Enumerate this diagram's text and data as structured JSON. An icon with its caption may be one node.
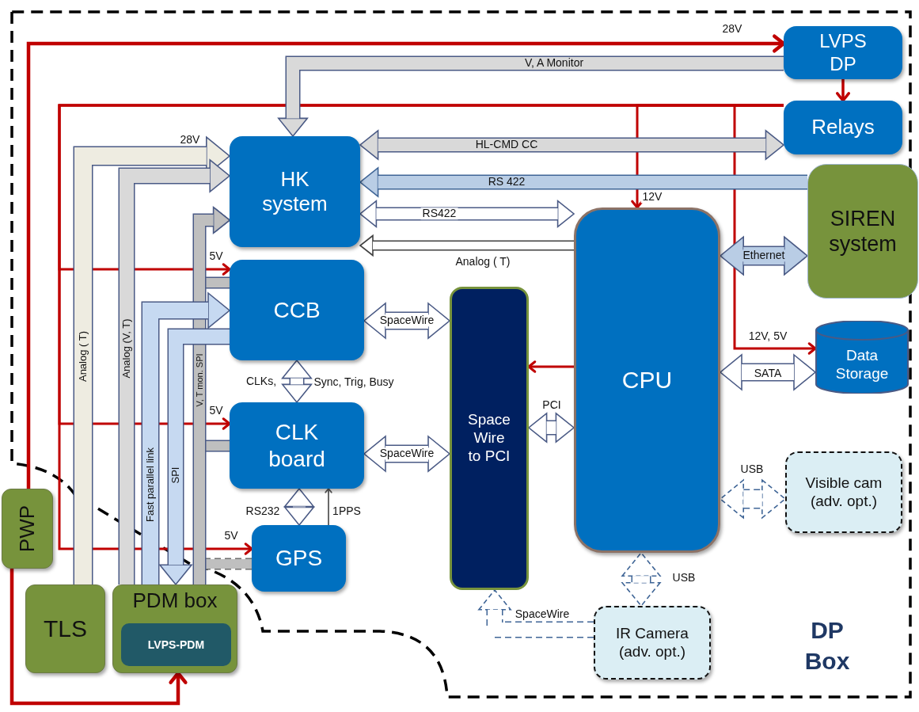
{
  "diagram": {
    "nodes": [
      {
        "text": [
          "LVPS DP"
        ]
      },
      {
        "text": [
          "Relays"
        ]
      },
      {
        "text": [
          "HK system"
        ]
      },
      {
        "text": [
          "SIREN system"
        ]
      },
      {
        "text": [
          "CPU"
        ]
      },
      {
        "text": [
          "CCB"
        ]
      },
      {
        "text": [
          "Space Wire to PCI"
        ]
      },
      {
        "text": [
          "Data Storage"
        ]
      },
      {
        "text": [
          "CLK board"
        ]
      },
      {
        "text": [
          "Visible cam (adv. opt.)"
        ]
      },
      {
        "text": [
          "PWP"
        ]
      },
      {
        "text": [
          "GPS"
        ]
      },
      {
        "text": [
          "TLS"
        ]
      },
      {
        "text": [
          "PDM box"
        ]
      },
      {
        "text": [
          "LVPS-PDM"
        ],
        "in": 13
      },
      {
        "text": [
          "IR Camera (adv. opt.)"
        ]
      }
    ],
    "edges": [
      {
        "from": 10,
        "to": 0,
        "arrow": "to",
        "label": "28V",
        "color": "#c00000"
      },
      {
        "from": 0,
        "to": 1,
        "arrow": "to",
        "color": "#c00000"
      },
      {
        "from": 10,
        "to": 13,
        "arrow": "to",
        "color": "#c00000"
      },
      {
        "from": 1,
        "to": 4,
        "arrow": "to",
        "label": "12V",
        "color": "#c00000"
      },
      {
        "from": 1,
        "to": 7,
        "arrow": "to",
        "label": "12V, 5V",
        "color": "#c00000"
      },
      {
        "from": 1,
        "to": 5,
        "arrow": "to",
        "label": "5V",
        "color": "#c00000"
      },
      {
        "from": 1,
        "to": 8,
        "arrow": "to",
        "label": "5V",
        "color": "#c00000"
      },
      {
        "from": 1,
        "to": 11,
        "arrow": "to",
        "label": "5V",
        "color": "#c00000"
      },
      {
        "from": 4,
        "to": 6,
        "arrow": "to",
        "color": "#c00000"
      },
      {
        "from": 0,
        "to": 2,
        "arrow": "to",
        "label": "V, A Monitor"
      },
      {
        "from": 2,
        "to": 1,
        "arrow": "both",
        "label": "HL-CMD CC"
      },
      {
        "from": 3,
        "to": 2,
        "arrow": "to",
        "label": "RS 422",
        "color": "#3f6596"
      },
      {
        "from": 2,
        "to": 4,
        "arrow": "both",
        "label": "RS422"
      },
      {
        "from": 4,
        "to": 2,
        "arrow": "to",
        "label": "Analog ( T)",
        "color": "#404040"
      },
      {
        "from": 4,
        "to": 3,
        "arrow": "both",
        "label": "Ethernet"
      },
      {
        "from": 5,
        "to": 6,
        "arrow": "both",
        "label": "SpaceWire"
      },
      {
        "from": 5,
        "to": 8,
        "arrow": "both",
        "label": "CLKs,"
      },
      {
        "from": 4,
        "to": 7,
        "arrow": "both",
        "label": "SATA"
      },
      {
        "from": 6,
        "to": 4,
        "arrow": "both",
        "label": "PCI"
      },
      {
        "from": 8,
        "to": 6,
        "arrow": "both",
        "label": "SpaceWire"
      },
      {
        "from": 8,
        "to": 11,
        "arrow": "both",
        "label": "RS232"
      },
      {
        "from": 11,
        "to": 8,
        "arrow": "to",
        "label": "1PPS",
        "color": "#595959"
      },
      {
        "from": 5,
        "to": 2,
        "arrow": "to"
      },
      {
        "from": 8,
        "to": 2,
        "arrow": "to"
      },
      {
        "from": 11,
        "to": 2,
        "arrow": "to",
        "style": "dashed",
        "color": "#707070"
      },
      {
        "from": 12,
        "to": 2,
        "arrow": "to",
        "label": "Analog ( T)"
      },
      {
        "from": 13,
        "to": 2,
        "arrow": "to",
        "label": "Analog (V, T)"
      },
      {
        "from": 13,
        "to": 2,
        "arrow": "to",
        "label": "V, T mon. SPI"
      },
      {
        "from": 13,
        "to": 5,
        "arrow": "to",
        "label": "Fast parallel link"
      },
      {
        "from": 5,
        "to": 13,
        "arrow": "to",
        "label": "SPI"
      },
      {
        "from": 4,
        "to": 9,
        "arrow": "both",
        "label": "USB",
        "style": "dashed",
        "color": "#3f6596"
      },
      {
        "from": 4,
        "to": 15,
        "arrow": "both",
        "label": "USB",
        "style": "dashed",
        "color": "#3f6596"
      },
      {
        "from": 15,
        "to": 6,
        "arrow": "to",
        "label": "SpaceWire",
        "style": "dashed",
        "color": "#3f6596"
      }
    ],
    "labels": [
      "28V",
      "Sync, Trig, Busy",
      "DP Box"
    ]
  }
}
